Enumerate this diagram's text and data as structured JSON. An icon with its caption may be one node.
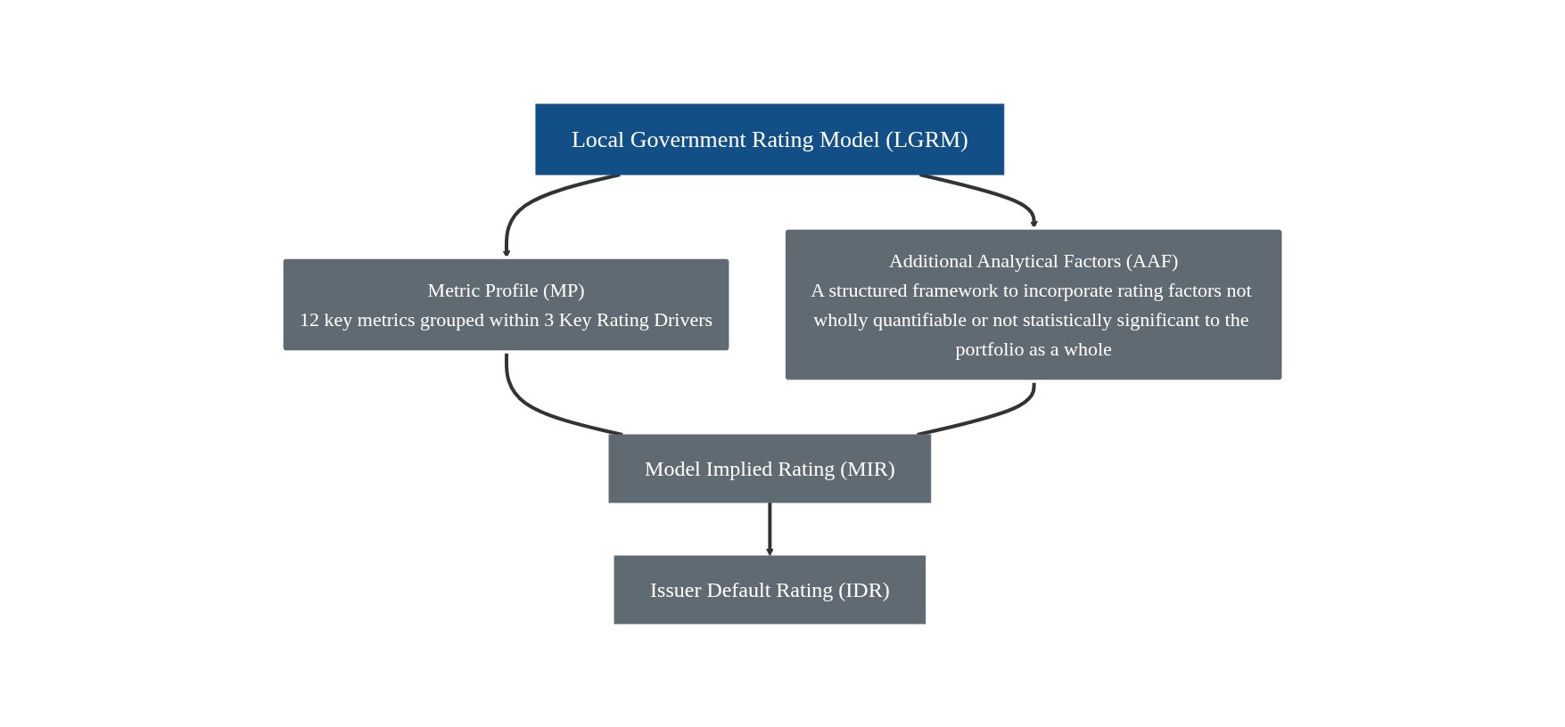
{
  "diagram": {
    "nodes": [
      {
        "text": [
          "Local Government Rating Model (LGRM)"
        ]
      },
      {
        "text": [
          "Metric Profile (MP)",
          "12 key metrics grouped within 3 Key Rating Drivers"
        ]
      },
      {
        "text": [
          "Additional Analytical Factors (AAF)",
          "A structured framework to incorporate rating factors not wholly quantifiable or not statistically significant to the portfolio as a whole"
        ]
      },
      {
        "text": [
          "Model Implied Rating (MIR)"
        ]
      },
      {
        "text": [
          "Issuer Default Rating (IDR)"
        ]
      }
    ],
    "edges": [
      {
        "from": 0,
        "to": 1,
        "arrow": "to"
      },
      {
        "from": 0,
        "to": 2,
        "arrow": "to"
      },
      {
        "from": 1,
        "to": 3,
        "arrow": "none"
      },
      {
        "from": 2,
        "to": 3,
        "arrow": "none"
      },
      {
        "from": 3,
        "to": 4,
        "arrow": "to"
      }
    ]
  }
}
